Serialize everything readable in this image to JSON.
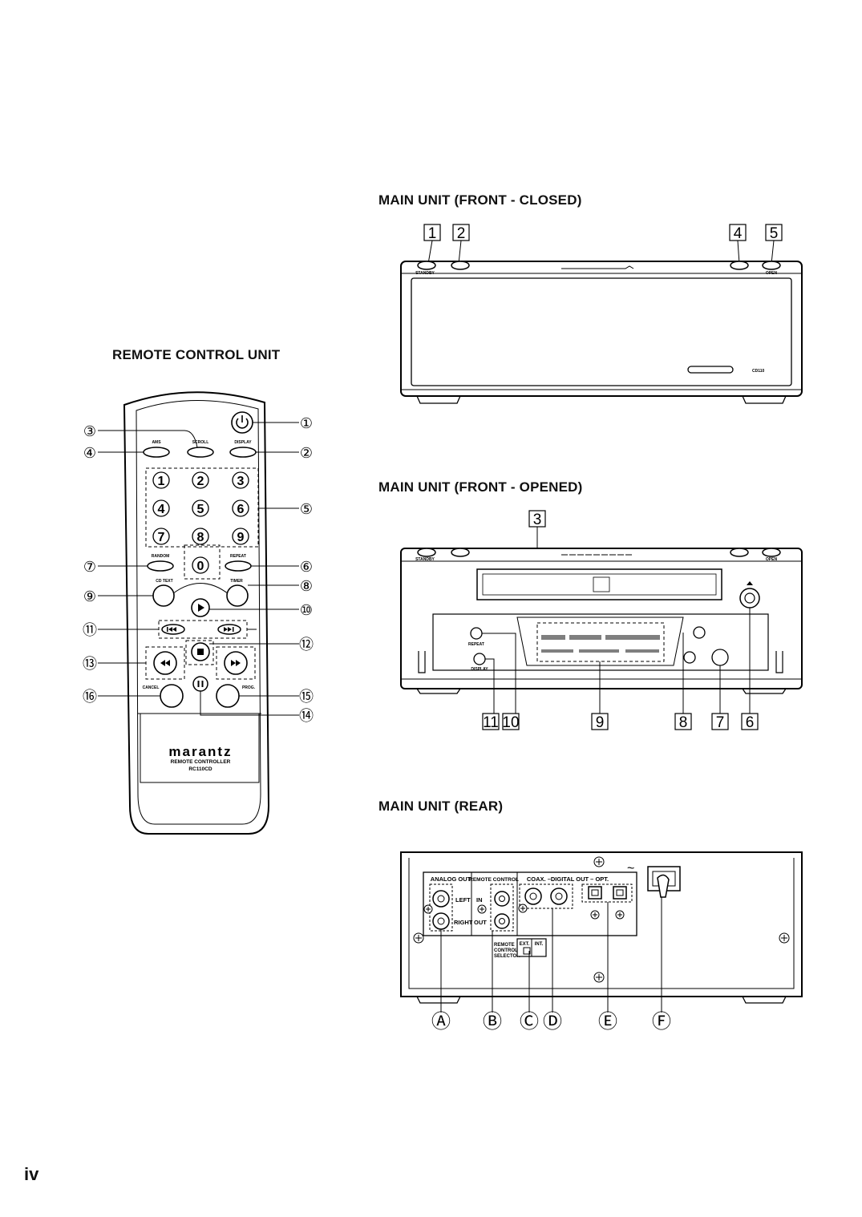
{
  "headings": {
    "remote": "REMOTE CONTROL UNIT",
    "front_closed": "MAIN UNIT (FRONT - CLOSED)",
    "front_opened": "MAIN UNIT (FRONT - OPENED)",
    "rear": "MAIN UNIT (REAR)"
  },
  "page_number": "iv",
  "remote": {
    "brand": "marantz",
    "model_line1": "REMOTE CONTROLLER",
    "model_line2": "RC110CD",
    "buttons": {
      "ams": "AMS",
      "scroll": "SCROLL",
      "display": "DISPLAY",
      "random": "RANDOM",
      "repeat": "REPEAT",
      "cd_text": "CD TEXT",
      "timer": "TIMER",
      "cancel": "CANCEL",
      "prog": "PROG."
    },
    "digits": [
      "1",
      "2",
      "3",
      "4",
      "5",
      "6",
      "7",
      "8",
      "9",
      "0"
    ],
    "callouts": [
      "①",
      "②",
      "③",
      "④",
      "⑤",
      "⑥",
      "⑦",
      "⑧",
      "⑨",
      "⑩",
      "⑪",
      "⑫",
      "⑬",
      "⑭",
      "⑮",
      "⑯"
    ]
  },
  "front_closed": {
    "callouts": [
      "1",
      "2",
      "4",
      "5"
    ],
    "standby": "STANDBY",
    "open": "OPEN",
    "model": "CD110"
  },
  "front_opened": {
    "callouts": [
      "3",
      "11",
      "10",
      "9",
      "8",
      "7",
      "6"
    ],
    "standby": "STANDBY",
    "open": "OPEN",
    "repeat": "REPEAT",
    "display": "DISPLAY"
  },
  "rear": {
    "analog_out": "ANALOG OUT",
    "left": "LEFT",
    "right": "RIGHT",
    "remote_control": "REMOTE CONTROL",
    "in": "IN",
    "out": "OUT",
    "digital_out": "COAX. –DIGITAL OUT – OPT.",
    "selector_line1": "REMOTE",
    "selector_line2": "CONTROL",
    "selector_line3": "SELECTOR",
    "ext": "EXT.",
    "int": "INT.",
    "callouts": [
      "Ⓐ",
      "Ⓑ",
      "Ⓒ",
      "Ⓓ",
      "Ⓔ",
      "Ⓕ"
    ]
  }
}
